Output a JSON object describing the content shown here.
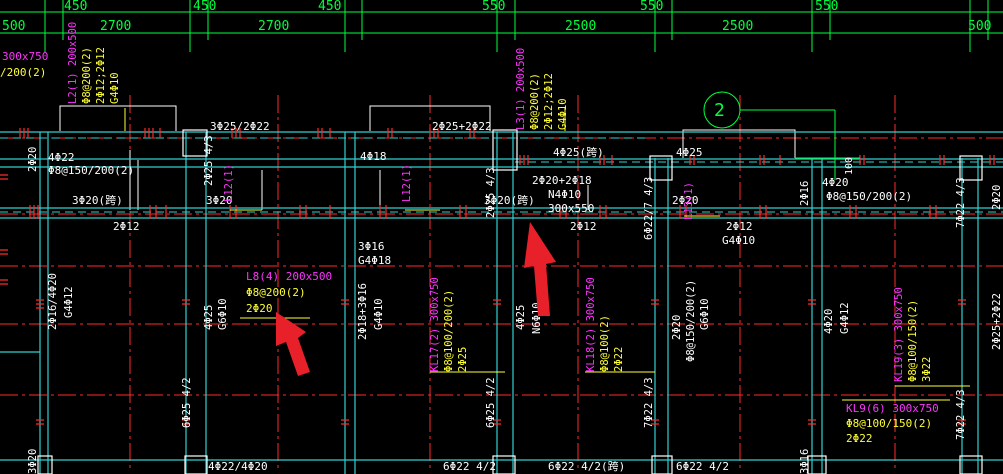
{
  "colors": {
    "background": "#000000",
    "dimension": "#00ff3c",
    "beam": "#2fd0d0",
    "white_text": "#ffffff",
    "yellow_text": "#ffff33",
    "magenta_text": "#ff33ff",
    "red_axis": "#ff2a2a",
    "arrow": "#e8202a"
  },
  "dims": {
    "top_row": [
      "450",
      "450",
      "450",
      "550",
      "550",
      "550"
    ],
    "mid_row": [
      "500",
      "2700",
      "2700",
      "2500",
      "2500",
      "500"
    ]
  },
  "axis_bubble": "2",
  "left_partial": {
    "line1": "300x750",
    "line2": "/200(2)"
  },
  "top_beam_labels": {
    "l2_a": "L2(1) 200x500",
    "l2_b": "Φ8@200(2)",
    "l2_c": "2Φ12;2Φ12",
    "l2_d": "G4Φ10",
    "l3_a": "L3(1) 200x500",
    "l3_b": "Φ8@200(2)",
    "l3_c": "2Φ12;2Φ12",
    "l3_d": "G4Φ10"
  },
  "notes": {
    "top1": "3Φ25/2Φ22",
    "top2": "2Φ25+2Φ22",
    "top3": "4Φ25(跨)",
    "top4": "4Φ25",
    "left1": "4Φ22",
    "left2": "Φ8@150/200(2)",
    "left3": "2Φ20",
    "c1": "4Φ18",
    "n_a": "2Φ20+2Φ18",
    "n_b": "N4Φ10",
    "n_c": "300x550",
    "r1": "4Φ20",
    "r2": "Φ8@150/200(2)",
    "ten": "100",
    "row2_a": "3Φ20(跨)",
    "row2_b": "3Φ20",
    "row2_c": "3Φ20(跨)",
    "row2_d": "2Φ20",
    "b1": "2Φ12",
    "b2": "3Φ16",
    "b3": "G4Φ18",
    "b4": "2Φ12",
    "b5": "2Φ12",
    "b6": "G4Φ10",
    "l8_a": "L8(4) 200x500",
    "l8_b": "Φ8@200(2)",
    "l8_c": "2Φ20",
    "kl9_a": "KL9(6) 300x750",
    "kl9_b": "Φ8@100/150(2)",
    "kl9_c": "2Φ22",
    "bot1": "4Φ22/4Φ20",
    "bot2": "6Φ22 4/2",
    "bot3": "6Φ22 4/2(跨)",
    "bot4": "6Φ22 4/2",
    "bot5": "3Φ16",
    "bot6": "3Φ20",
    "bot7": "2Φ20",
    "vert_l12": "L12(1)",
    "vert_l12b": "L12(1)",
    "vert_l13": "L13(1)",
    "vert_a": "2Φ16/4Φ20",
    "vert_b": "G4Φ12",
    "vert_c": "2Φ25 4/3",
    "vert_d": "4Φ25",
    "vert_e": "G6Φ10",
    "vert_f": "2Φ18+3Φ16",
    "vert_g": "G4Φ10",
    "vert_h": "2Φ25 4/3",
    "vert_i": "4Φ25",
    "vert_j": "N6Φ10",
    "vert_k": "KL17(2) 300x750",
    "vert_k2": "Φ8@100/200(2)",
    "vert_k3": "2Φ25",
    "vert_l": "KL18(2) 300x750",
    "vert_l2": "Φ8@100(2)",
    "vert_l3": "2Φ22",
    "vert_m": "6Φ22/7 4/3",
    "vert_n": "2Φ20",
    "vert_o": "Φ8@150/200(2)",
    "vert_p": "G6Φ10",
    "vert_q": "2Φ16",
    "vert_r": "4Φ20",
    "vert_s": "G4Φ12",
    "vert_t": "KL19(3) 300x750",
    "vert_t2": "Φ8@100/150(2)",
    "vert_t3": "3Φ22",
    "vert_u": "7Φ22 4/3",
    "vert_v": "2Φ25+2Φ22",
    "vert_w": "6Φ25 4/2",
    "vert_x": "6Φ25 4/2",
    "vert_y": "7Φ22 4/3",
    "vert_z": "7Φ22 4/3",
    "vert_aa": "3Φ20",
    "vert_ab": "2Φ20",
    "vert_ac": "2Φ25",
    "vert_ad": "2Φ20",
    "vert_ae": "3Φ16"
  }
}
